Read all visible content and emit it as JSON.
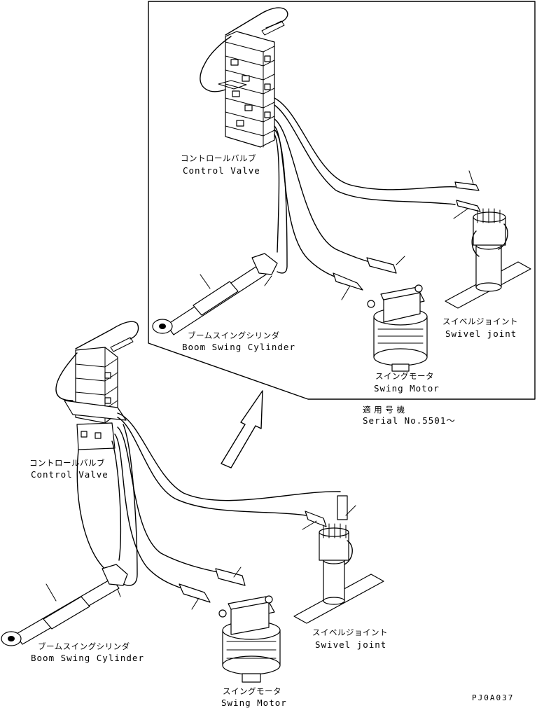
{
  "labels": {
    "control_valve_jp": "コントロールバルブ",
    "control_valve_en": "Control Valve",
    "boom_swing_cylinder_jp": "ブームスイングシリンダ",
    "boom_swing_cylinder_en": "Boom Swing Cylinder",
    "swing_motor_jp": "スイングモータ",
    "swing_motor_en": "Swing Motor",
    "swivel_joint_jp": "スイベルジョイント",
    "swivel_joint_en": "Swivel joint"
  },
  "applicability": {
    "jp": "適 用 号 機",
    "en": "Serial No.5501～"
  },
  "drawing_code": "PJ0A037"
}
